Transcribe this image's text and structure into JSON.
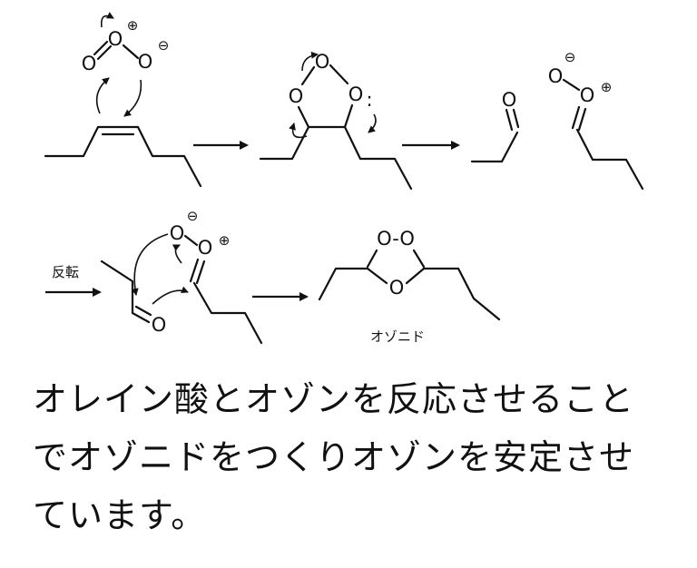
{
  "atoms": {
    "O": "O",
    "O_ring_pair": "O-O",
    "plus": "⊕",
    "minus": "⊖",
    "lone_pair": ":"
  },
  "labels": {
    "flip": "反転",
    "ozonide": "オゾニド"
  },
  "caption": {
    "lines": [
      "オレイン酸とオゾンを反応させること",
      "でオゾニドをつくりオゾンを安定させ",
      "ています。"
    ]
  }
}
